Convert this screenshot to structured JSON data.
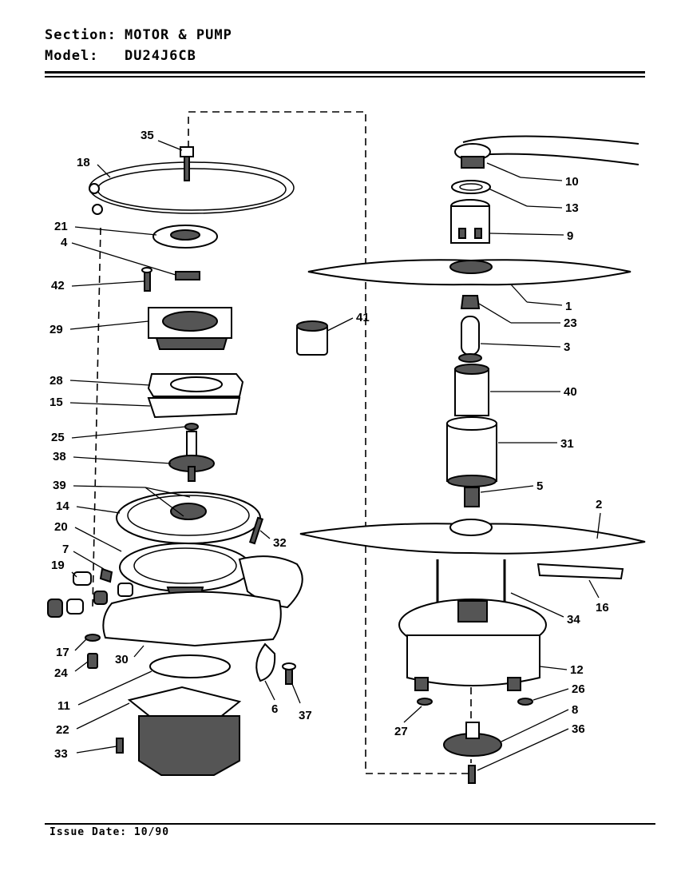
{
  "header": {
    "section_key": "Section:",
    "section_value": "MOTOR & PUMP",
    "model_key": "Model:",
    "model_value": "DU24J6CB"
  },
  "footer": {
    "issue_date": "Issue Date: 10/90"
  },
  "callouts": [
    "35",
    "18",
    "21",
    "4",
    "42",
    "29",
    "28",
    "15",
    "25",
    "38",
    "39",
    "14",
    "20",
    "7",
    "19",
    "17",
    "24",
    "30",
    "11",
    "22",
    "33",
    "32",
    "6",
    "37",
    "10",
    "13",
    "9",
    "1",
    "23",
    "41",
    "3",
    "40",
    "31",
    "5",
    "2",
    "16",
    "34",
    "12",
    "26",
    "27",
    "8",
    "36"
  ]
}
